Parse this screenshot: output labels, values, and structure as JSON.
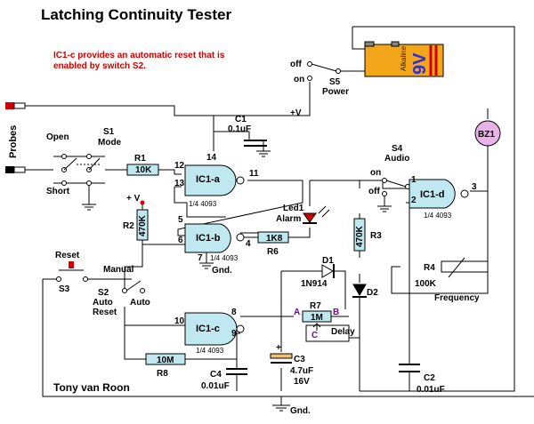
{
  "title": "Latching Continuity Tester",
  "note_line1": "IC1-c provides an automatic reset that is",
  "note_line2": "enabled by switch S2.",
  "author": "Tony van Roon",
  "probes": "Probes",
  "battery": {
    "brand": "Alkaline",
    "voltage": "9V"
  },
  "s5": {
    "off": "off",
    "on": "on",
    "name": "S5",
    "desc": "Power"
  },
  "s1": {
    "name": "S1",
    "desc": "Mode",
    "open": "Open",
    "short": "Short"
  },
  "r1": {
    "name": "R1",
    "value": "10K"
  },
  "c1": {
    "name": "C1",
    "value": "0.1uF"
  },
  "plus_v": "+V",
  "plus_v2": "+ V",
  "ic1a": {
    "name": "IC1-a",
    "part": "1/4 4093",
    "pins": [
      "12",
      "13",
      "14",
      "11"
    ]
  },
  "ic1b": {
    "name": "IC1-b",
    "part": "1/4 4093",
    "pins": [
      "6",
      "5",
      "4",
      "7"
    ],
    "gnd": "Gnd."
  },
  "ic1c": {
    "name": "IC1-c",
    "part": "1/4 4093",
    "pins": [
      "10",
      "9",
      "8"
    ]
  },
  "ic1d": {
    "name": "IC1-d",
    "part": "1/4 4093",
    "pins": [
      "1",
      "2",
      "3"
    ]
  },
  "r2": {
    "name": "R2",
    "value": "470K"
  },
  "r3": {
    "name": "R3",
    "value": "470K"
  },
  "r4": {
    "name": "R4",
    "value": "100K",
    "desc": "Frequency"
  },
  "r6": {
    "name": "R6",
    "value": "1K8"
  },
  "r7": {
    "name": "R7",
    "value": "1M",
    "desc": "Delay",
    "a": "A",
    "b": "B",
    "c": "C"
  },
  "r8": {
    "name": "R8",
    "value": "10M"
  },
  "led1": {
    "name": "Led1",
    "desc": "Alarm"
  },
  "s4": {
    "name": "S4",
    "desc": "Audio",
    "on": "on",
    "off": "off"
  },
  "bz1": "BZ1",
  "d1": {
    "name": "D1",
    "part": "1N914"
  },
  "d2": "D2",
  "s3": {
    "name": "S3",
    "desc": "Reset"
  },
  "s2": {
    "name": "S2",
    "desc1": "Auto",
    "desc2": "Reset",
    "manual": "Manual",
    "auto": "Auto"
  },
  "c2": {
    "name": "C2",
    "value": "0.01uF"
  },
  "c3": {
    "name": "C3",
    "value": "4.7uF",
    "volt": "16V",
    "plus": "+"
  },
  "c4": {
    "name": "C4",
    "value": "0.01uF"
  },
  "gnd": "Gnd.",
  "colors": {
    "gate_fill": "#bfe8f0",
    "note": "#d00000",
    "pin_label": "#7a00b0",
    "led": "#cc0000",
    "battery": "#f4a61a"
  }
}
